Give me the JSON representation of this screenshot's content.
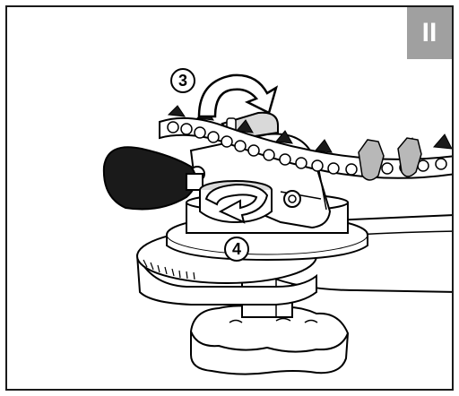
{
  "badge": {
    "label": "II",
    "color": "#a0a0a0"
  },
  "callouts": [
    {
      "label": "3",
      "meaning": "rotate-clamp"
    },
    {
      "label": "4",
      "meaning": "turn-knob"
    }
  ],
  "colors": {
    "line": "#000000",
    "grey": "#d9d9d9",
    "dark": "#1a1a1a",
    "mid": "#b8b8b8"
  }
}
